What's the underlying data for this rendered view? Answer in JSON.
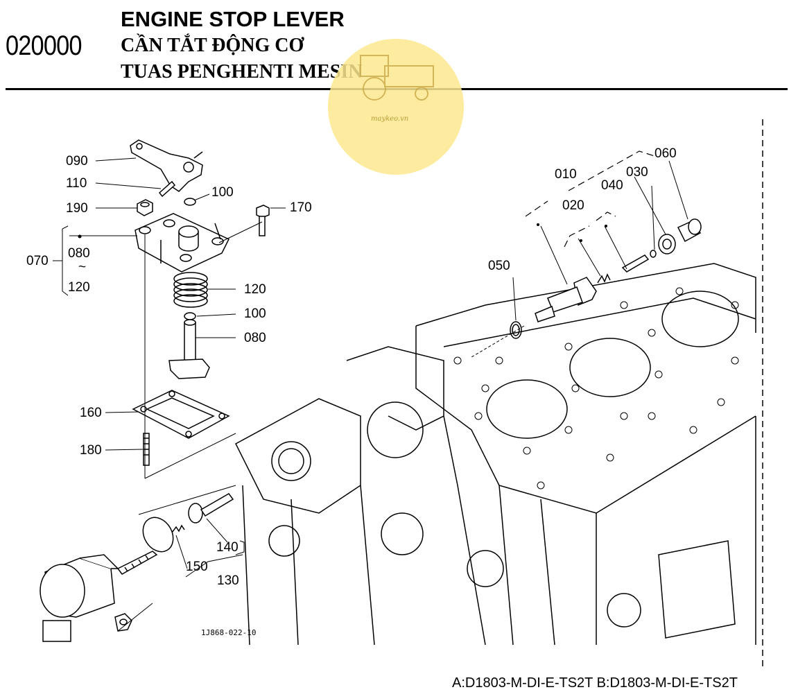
{
  "header": {
    "part_code": "020000",
    "title_en": "ENGINE STOP LEVER",
    "title_vi": "CẦN TẮT ĐỘNG CƠ",
    "title_ms": "TUAS PENGHENTI MESIN"
  },
  "watermark": {
    "text": "maykeo.vn",
    "icon": "tractor-icon",
    "color": "#fde98e"
  },
  "figure_id": "1J868-022-10",
  "footer": "A:D1803-M-DI-E-TS2T B:D1803-M-DI-E-TS2T",
  "callouts": {
    "p090": "090",
    "p110": "110",
    "p100a": "100",
    "p190": "190",
    "p170": "170",
    "p070": "070",
    "p080a": "080",
    "tilde": "~",
    "p120a": "120",
    "p120b": "120",
    "p100b": "100",
    "p080b": "080",
    "p160": "160",
    "p180": "180",
    "p010": "010",
    "p060": "060",
    "p030": "030",
    "p040": "040",
    "p020": "020",
    "p050": "050",
    "p140": "140",
    "p150": "150",
    "p130": "130"
  }
}
